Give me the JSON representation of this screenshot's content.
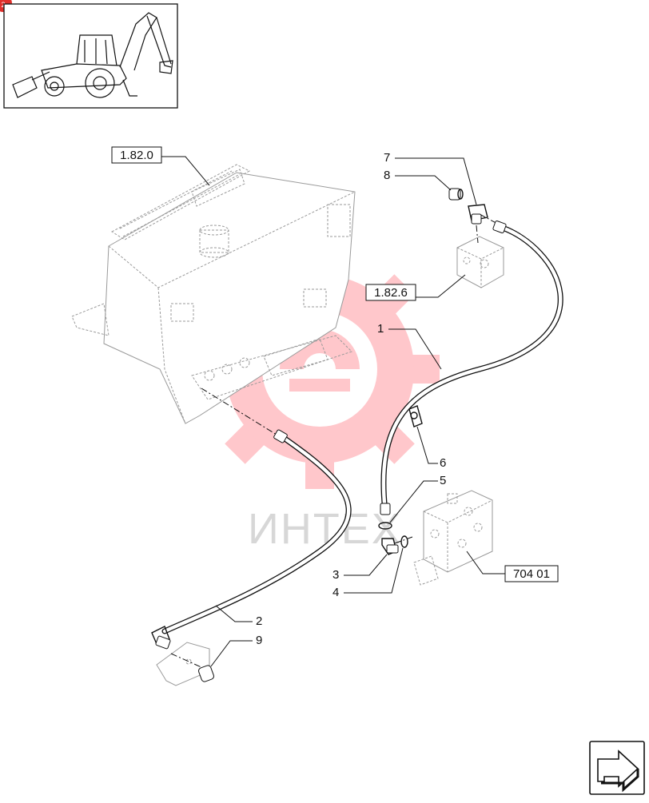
{
  "watermark": {
    "text": "ИНТЕХ",
    "color": "#ff9aa2"
  },
  "corner_badge": {
    "color": "#e0302c"
  },
  "references": {
    "tank_ref": "1.82.0",
    "valve_block_ref": "1.82.6",
    "control_valve_ref": "704 01"
  },
  "callouts": {
    "hose_upper": "1",
    "hose_lower": "2",
    "elbow": "3",
    "seal_ring_lower": "4",
    "seal_ring_upper": "5",
    "clamp": "6",
    "tee_fitting": "7",
    "cap_upper": "8",
    "cap_lower": "9"
  },
  "nav": {
    "icon": "next-page-arrow-icon"
  }
}
